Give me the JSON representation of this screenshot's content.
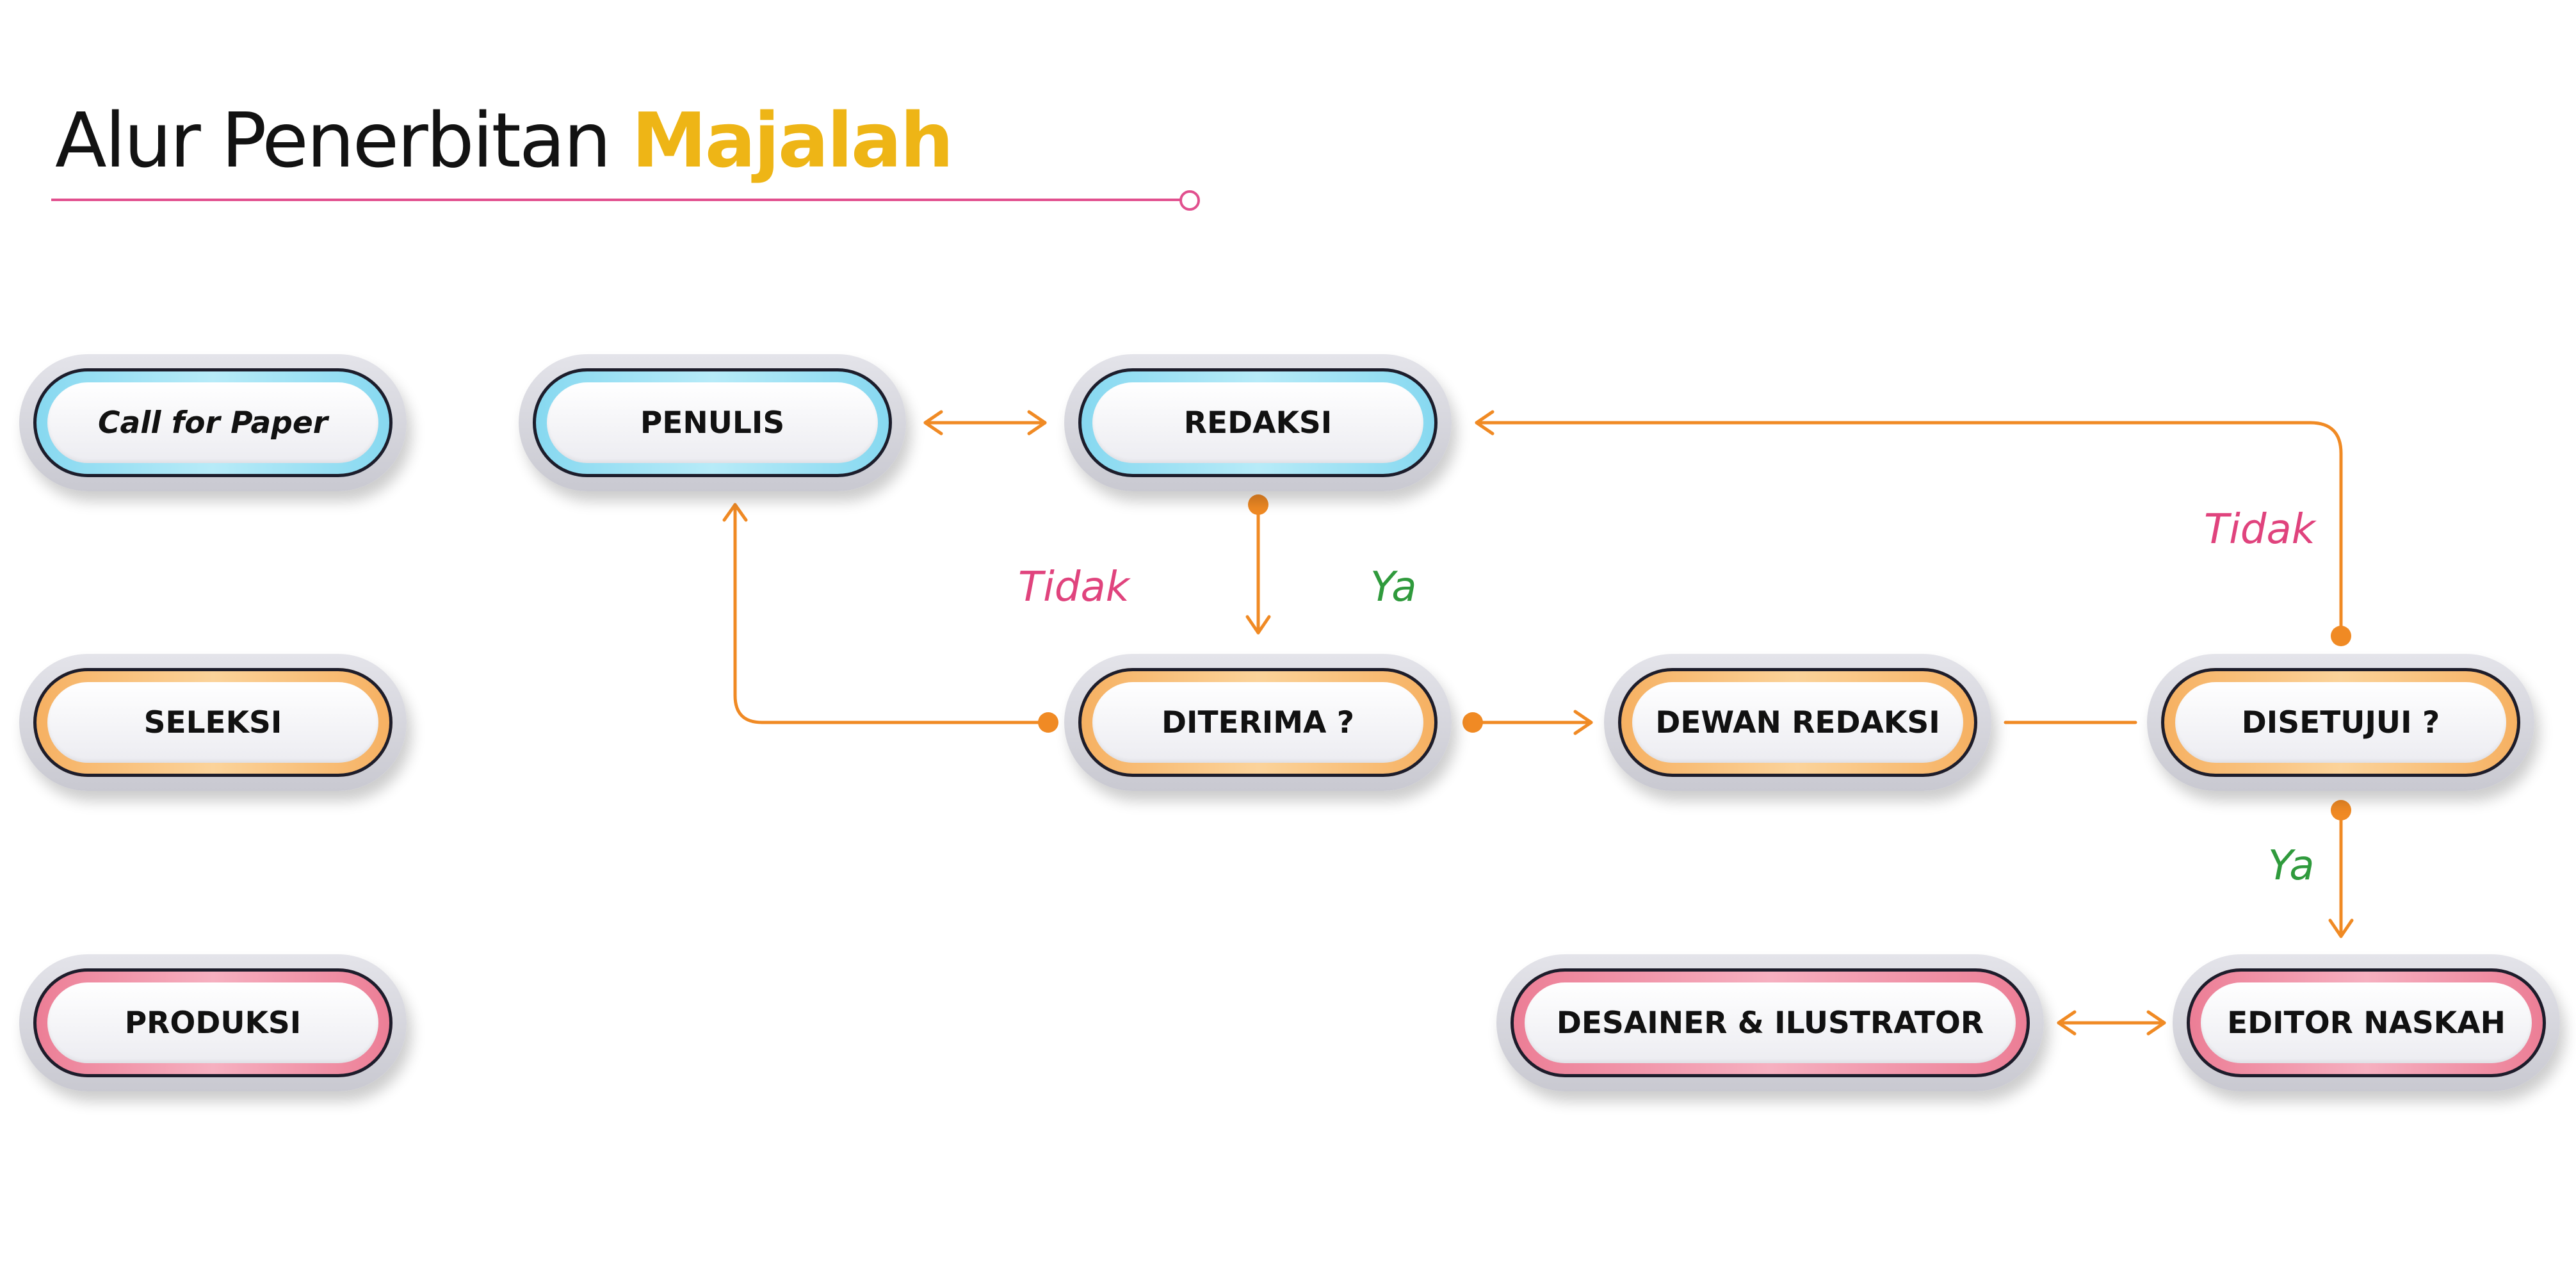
{
  "header": {
    "title_prefix": "Alur Penerbitan",
    "title_accent": "Majalah",
    "accent_color": "#eeb516",
    "rule_color": "#e14f8e"
  },
  "legend": [
    {
      "label": "Call for Paper",
      "color": "blue"
    },
    {
      "label": "SELEKSI",
      "color": "orange"
    },
    {
      "label": "PRODUKSI",
      "color": "pink"
    }
  ],
  "nodes": {
    "penulis": "PENULIS",
    "redaksi": "REDAKSI",
    "diterima": "DITERIMA ?",
    "dewan_redaksi": "DEWAN REDAKSI",
    "disetujui": "DISETUJUI ?",
    "desainer": "DESAINER & ILUSTRATOR",
    "editor": "EDITOR NASKAH"
  },
  "edges": {
    "diterima_no": "Tidak",
    "diterima_yes": "Ya",
    "disetujui_no": "Tidak",
    "disetujui_yes": "Ya"
  },
  "colors": {
    "blue": "#86d8f0",
    "orange": "#f6b061",
    "pink": "#ec7d95",
    "connector": "#f08a24",
    "no_label": "#e0437d",
    "yes_label": "#2f9a3c"
  }
}
